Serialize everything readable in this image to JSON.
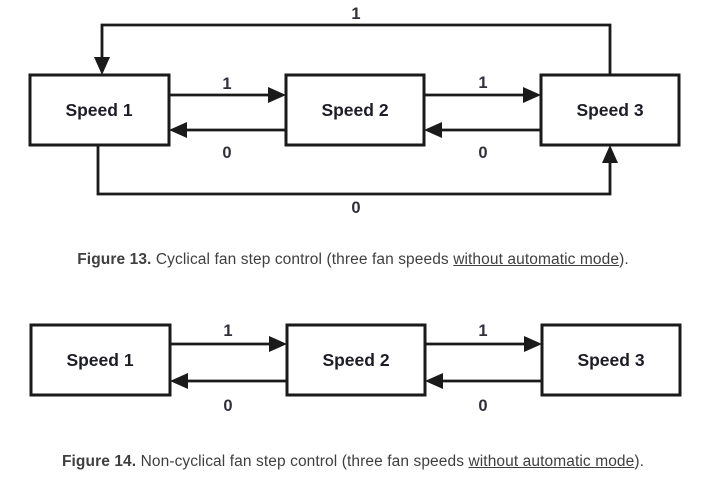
{
  "document": {
    "background_color": "#ffffff"
  },
  "colors": {
    "line": "#1a1a1a",
    "box_fill": "#ffffff",
    "state_text": "#1d1d27",
    "edge_label_text": "#30303c",
    "caption_text": "#3f3f3f"
  },
  "figure13": {
    "diagram_type": "cyclical-state-diagram",
    "states": [
      {
        "label": "Speed 1"
      },
      {
        "label": "Speed 2"
      },
      {
        "label": "Speed 3"
      }
    ],
    "transitions": [
      {
        "from": "Speed 1",
        "to": "Speed 2",
        "label": "1",
        "route": "direct-forward"
      },
      {
        "from": "Speed 2",
        "to": "Speed 1",
        "label": "0",
        "route": "direct-back"
      },
      {
        "from": "Speed 2",
        "to": "Speed 3",
        "label": "1",
        "route": "direct-forward"
      },
      {
        "from": "Speed 3",
        "to": "Speed 2",
        "label": "0",
        "route": "direct-back"
      },
      {
        "from": "Speed 3",
        "to": "Speed 1",
        "label": "1",
        "route": "top-loop"
      },
      {
        "from": "Speed 1",
        "to": "Speed 3",
        "label": "0",
        "route": "bottom-loop"
      }
    ],
    "caption": {
      "label": "Figure 13.",
      "text_before": " Cyclical fan step control (three fan speeds ",
      "underlined": "without automatic mode",
      "text_after": ")."
    }
  },
  "figure14": {
    "diagram_type": "non-cyclical-state-diagram",
    "states": [
      {
        "label": "Speed 1"
      },
      {
        "label": "Speed 2"
      },
      {
        "label": "Speed 3"
      }
    ],
    "transitions": [
      {
        "from": "Speed 1",
        "to": "Speed 2",
        "label": "1",
        "route": "direct-forward"
      },
      {
        "from": "Speed 2",
        "to": "Speed 1",
        "label": "0",
        "route": "direct-back"
      },
      {
        "from": "Speed 2",
        "to": "Speed 3",
        "label": "1",
        "route": "direct-forward"
      },
      {
        "from": "Speed 3",
        "to": "Speed 2",
        "label": "0",
        "route": "direct-back"
      }
    ],
    "caption": {
      "label": "Figure 14.",
      "text_before": " Non-cyclical fan step control (three fan speeds ",
      "underlined": "without automatic mode",
      "text_after": ")."
    }
  }
}
